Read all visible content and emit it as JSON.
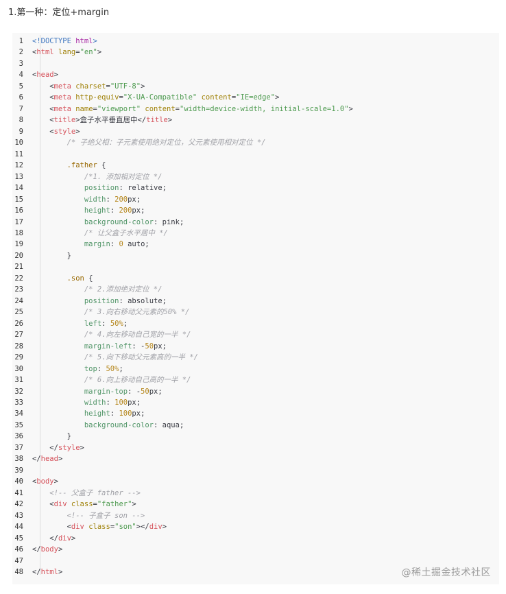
{
  "heading": "1.第一种：定位+margin",
  "watermark": "@稀土掘金技术社区",
  "colors": {
    "code_background": "#f8f8f8",
    "tag": "#d5515a",
    "doctype": "#4178c0",
    "keyword": "#a626a4",
    "attribute": "#a08209",
    "string": "#4d9a4f",
    "comment": "#a0a1a7",
    "css_property": "#4f9466",
    "number": "#b5861b",
    "selector": "#986801"
  },
  "code": {
    "language": "html",
    "lines": [
      {
        "n": "1",
        "tokens": [
          [
            "doctype",
            "<!DOCTYPE "
          ],
          [
            "kw",
            "html"
          ],
          [
            "doctype",
            ">"
          ]
        ]
      },
      {
        "n": "2",
        "tokens": [
          [
            "punc",
            "<"
          ],
          [
            "tag",
            "html"
          ],
          [
            "punc",
            " "
          ],
          [
            "attr",
            "lang"
          ],
          [
            "punc",
            "="
          ],
          [
            "str",
            "\"en\""
          ],
          [
            "punc",
            ">"
          ]
        ]
      },
      {
        "n": "3",
        "tokens": []
      },
      {
        "n": "4",
        "tokens": [
          [
            "punc",
            "<"
          ],
          [
            "tag",
            "head"
          ],
          [
            "punc",
            ">"
          ]
        ]
      },
      {
        "n": "5",
        "tokens": [
          [
            "punc",
            "    <"
          ],
          [
            "tag",
            "meta"
          ],
          [
            "punc",
            " "
          ],
          [
            "attr",
            "charset"
          ],
          [
            "punc",
            "="
          ],
          [
            "str",
            "\"UTF-8\""
          ],
          [
            "punc",
            ">"
          ]
        ]
      },
      {
        "n": "6",
        "tokens": [
          [
            "punc",
            "    <"
          ],
          [
            "tag",
            "meta"
          ],
          [
            "punc",
            " "
          ],
          [
            "attr",
            "http-equiv"
          ],
          [
            "punc",
            "="
          ],
          [
            "str",
            "\"X-UA-Compatible\""
          ],
          [
            "punc",
            " "
          ],
          [
            "attr",
            "content"
          ],
          [
            "punc",
            "="
          ],
          [
            "str",
            "\"IE=edge\""
          ],
          [
            "punc",
            ">"
          ]
        ]
      },
      {
        "n": "7",
        "tokens": [
          [
            "punc",
            "    <"
          ],
          [
            "tag",
            "meta"
          ],
          [
            "punc",
            " "
          ],
          [
            "attr",
            "name"
          ],
          [
            "punc",
            "="
          ],
          [
            "str",
            "\"viewport\""
          ],
          [
            "punc",
            " "
          ],
          [
            "attr",
            "content"
          ],
          [
            "punc",
            "="
          ],
          [
            "str",
            "\"width=device-width, initial-scale=1.0\""
          ],
          [
            "punc",
            ">"
          ]
        ]
      },
      {
        "n": "8",
        "tokens": [
          [
            "punc",
            "    <"
          ],
          [
            "tag",
            "title"
          ],
          [
            "punc",
            ">盒子水平垂直居中</"
          ],
          [
            "tag",
            "title"
          ],
          [
            "punc",
            ">"
          ]
        ]
      },
      {
        "n": "9",
        "tokens": [
          [
            "punc",
            "    <"
          ],
          [
            "tag",
            "style"
          ],
          [
            "punc",
            ">"
          ]
        ]
      },
      {
        "n": "10",
        "tokens": [
          [
            "punc",
            "        "
          ],
          [
            "com",
            "/* 子绝父相：子元素使用绝对定位，父元素使用相对定位 */"
          ]
        ]
      },
      {
        "n": "11",
        "tokens": []
      },
      {
        "n": "12",
        "tokens": [
          [
            "punc",
            "        "
          ],
          [
            "sel",
            ".father"
          ],
          [
            "punc",
            " {"
          ]
        ]
      },
      {
        "n": "13",
        "tokens": [
          [
            "punc",
            "            "
          ],
          [
            "com",
            "/*1. 添加相对定位 */"
          ]
        ]
      },
      {
        "n": "14",
        "tokens": [
          [
            "punc",
            "            "
          ],
          [
            "prop",
            "position"
          ],
          [
            "punc",
            ": relative;"
          ]
        ]
      },
      {
        "n": "15",
        "tokens": [
          [
            "punc",
            "            "
          ],
          [
            "prop",
            "width"
          ],
          [
            "punc",
            ": "
          ],
          [
            "num",
            "200"
          ],
          [
            "punc",
            "px;"
          ]
        ]
      },
      {
        "n": "16",
        "tokens": [
          [
            "punc",
            "            "
          ],
          [
            "prop",
            "height"
          ],
          [
            "punc",
            ": "
          ],
          [
            "num",
            "200"
          ],
          [
            "punc",
            "px;"
          ]
        ]
      },
      {
        "n": "17",
        "tokens": [
          [
            "punc",
            "            "
          ],
          [
            "prop",
            "background-color"
          ],
          [
            "punc",
            ": pink;"
          ]
        ]
      },
      {
        "n": "18",
        "tokens": [
          [
            "punc",
            "            "
          ],
          [
            "com",
            "/* 让父盒子水平居中 */"
          ]
        ]
      },
      {
        "n": "19",
        "tokens": [
          [
            "punc",
            "            "
          ],
          [
            "prop",
            "margin"
          ],
          [
            "punc",
            ": "
          ],
          [
            "num",
            "0"
          ],
          [
            "punc",
            " auto;"
          ]
        ]
      },
      {
        "n": "20",
        "tokens": [
          [
            "punc",
            "        }"
          ]
        ]
      },
      {
        "n": "21",
        "tokens": []
      },
      {
        "n": "22",
        "tokens": [
          [
            "punc",
            "        "
          ],
          [
            "sel",
            ".son"
          ],
          [
            "punc",
            " {"
          ]
        ]
      },
      {
        "n": "23",
        "tokens": [
          [
            "punc",
            "            "
          ],
          [
            "com",
            "/* 2.添加绝对定位 */"
          ]
        ]
      },
      {
        "n": "24",
        "tokens": [
          [
            "punc",
            "            "
          ],
          [
            "prop",
            "position"
          ],
          [
            "punc",
            ": absolute;"
          ]
        ]
      },
      {
        "n": "25",
        "tokens": [
          [
            "punc",
            "            "
          ],
          [
            "com",
            "/* 3.向右移动父元素的50% */"
          ]
        ]
      },
      {
        "n": "26",
        "tokens": [
          [
            "punc",
            "            "
          ],
          [
            "prop",
            "left"
          ],
          [
            "punc",
            ": "
          ],
          [
            "num",
            "50%"
          ],
          [
            "punc",
            ";"
          ]
        ]
      },
      {
        "n": "27",
        "tokens": [
          [
            "punc",
            "            "
          ],
          [
            "com",
            "/* 4.向左移动自己宽的一半 */"
          ]
        ]
      },
      {
        "n": "28",
        "tokens": [
          [
            "punc",
            "            "
          ],
          [
            "prop",
            "margin-left"
          ],
          [
            "punc",
            ": -"
          ],
          [
            "num",
            "50"
          ],
          [
            "punc",
            "px;"
          ]
        ]
      },
      {
        "n": "29",
        "tokens": [
          [
            "punc",
            "            "
          ],
          [
            "com",
            "/* 5.向下移动父元素高的一半 */"
          ]
        ]
      },
      {
        "n": "30",
        "tokens": [
          [
            "punc",
            "            "
          ],
          [
            "prop",
            "top"
          ],
          [
            "punc",
            ": "
          ],
          [
            "num",
            "50%"
          ],
          [
            "punc",
            ";"
          ]
        ]
      },
      {
        "n": "31",
        "tokens": [
          [
            "punc",
            "            "
          ],
          [
            "com",
            "/* 6.向上移动自己高的一半 */"
          ]
        ]
      },
      {
        "n": "32",
        "tokens": [
          [
            "punc",
            "            "
          ],
          [
            "prop",
            "margin-top"
          ],
          [
            "punc",
            ": -"
          ],
          [
            "num",
            "50"
          ],
          [
            "punc",
            "px;"
          ]
        ]
      },
      {
        "n": "33",
        "tokens": [
          [
            "punc",
            "            "
          ],
          [
            "prop",
            "width"
          ],
          [
            "punc",
            ": "
          ],
          [
            "num",
            "100"
          ],
          [
            "punc",
            "px;"
          ]
        ]
      },
      {
        "n": "34",
        "tokens": [
          [
            "punc",
            "            "
          ],
          [
            "prop",
            "height"
          ],
          [
            "punc",
            ": "
          ],
          [
            "num",
            "100"
          ],
          [
            "punc",
            "px;"
          ]
        ]
      },
      {
        "n": "35",
        "tokens": [
          [
            "punc",
            "            "
          ],
          [
            "prop",
            "background-color"
          ],
          [
            "punc",
            ": aqua;"
          ]
        ]
      },
      {
        "n": "36",
        "tokens": [
          [
            "punc",
            "        }"
          ]
        ]
      },
      {
        "n": "37",
        "tokens": [
          [
            "punc",
            "    </"
          ],
          [
            "tag",
            "style"
          ],
          [
            "punc",
            ">"
          ]
        ]
      },
      {
        "n": "38",
        "tokens": [
          [
            "punc",
            "</"
          ],
          [
            "tag",
            "head"
          ],
          [
            "punc",
            ">"
          ]
        ]
      },
      {
        "n": "39",
        "tokens": []
      },
      {
        "n": "40",
        "tokens": [
          [
            "punc",
            "<"
          ],
          [
            "tag",
            "body"
          ],
          [
            "punc",
            ">"
          ]
        ]
      },
      {
        "n": "41",
        "tokens": [
          [
            "punc",
            "    "
          ],
          [
            "com",
            "<!-- 父盒子 father -->"
          ]
        ]
      },
      {
        "n": "42",
        "tokens": [
          [
            "punc",
            "    <"
          ],
          [
            "tag",
            "div"
          ],
          [
            "punc",
            " "
          ],
          [
            "attr",
            "class"
          ],
          [
            "punc",
            "="
          ],
          [
            "str",
            "\"father\""
          ],
          [
            "punc",
            ">"
          ]
        ]
      },
      {
        "n": "43",
        "tokens": [
          [
            "punc",
            "        "
          ],
          [
            "com",
            "<!-- 子盒子 son -->"
          ]
        ]
      },
      {
        "n": "44",
        "tokens": [
          [
            "punc",
            "        <"
          ],
          [
            "tag",
            "div"
          ],
          [
            "punc",
            " "
          ],
          [
            "attr",
            "class"
          ],
          [
            "punc",
            "="
          ],
          [
            "str",
            "\"son\""
          ],
          [
            "punc",
            "></"
          ],
          [
            "tag",
            "div"
          ],
          [
            "punc",
            ">"
          ]
        ]
      },
      {
        "n": "45",
        "tokens": [
          [
            "punc",
            "    </"
          ],
          [
            "tag",
            "div"
          ],
          [
            "punc",
            ">"
          ]
        ]
      },
      {
        "n": "46",
        "tokens": [
          [
            "punc",
            "</"
          ],
          [
            "tag",
            "body"
          ],
          [
            "punc",
            ">"
          ]
        ]
      },
      {
        "n": "47",
        "tokens": []
      },
      {
        "n": "48",
        "tokens": [
          [
            "punc",
            "</"
          ],
          [
            "tag",
            "html"
          ],
          [
            "punc",
            ">"
          ]
        ]
      }
    ]
  }
}
